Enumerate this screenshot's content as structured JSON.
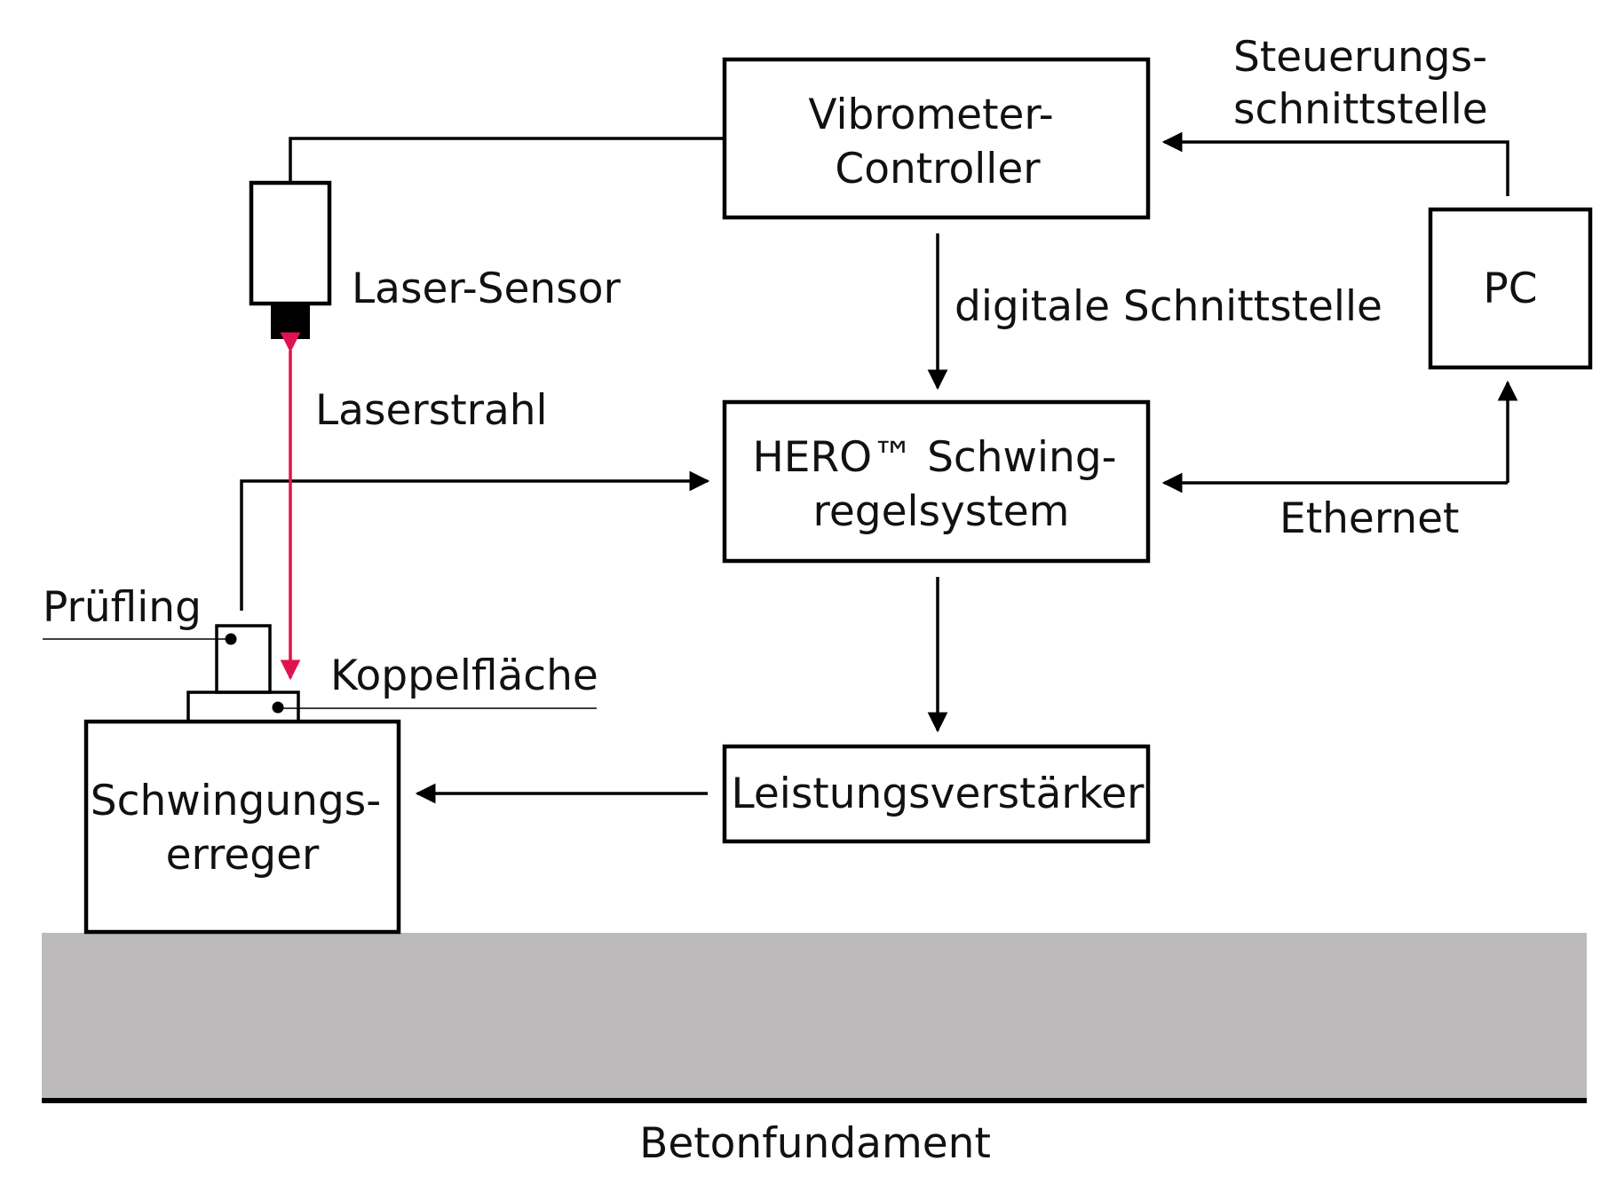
{
  "blocks": {
    "vibrometer_controller": [
      "Vibrometer-",
      "Controller"
    ],
    "hero_system": [
      "HERO™ Schwing-",
      "regelsystem"
    ],
    "power_amplifier": "Leistungsverstärker",
    "pc": "PC",
    "shaker": [
      "Schwingungs-",
      "erreger"
    ]
  },
  "labels": {
    "laser_sensor": "Laser-Sensor",
    "laser_beam": "Laserstrahl",
    "digital_interface": "digitale Schnittstelle",
    "control_interface": [
      "Steuerungs-",
      "schnittstelle"
    ],
    "ethernet": "Ethernet",
    "test_item": "Prüfling",
    "coupling_surface": "Koppelfläche",
    "foundation": "Betonfundament"
  },
  "colors": {
    "laser_beam": "#e0134e",
    "foundation_fill": "#bcbabb",
    "line": "#000000"
  }
}
